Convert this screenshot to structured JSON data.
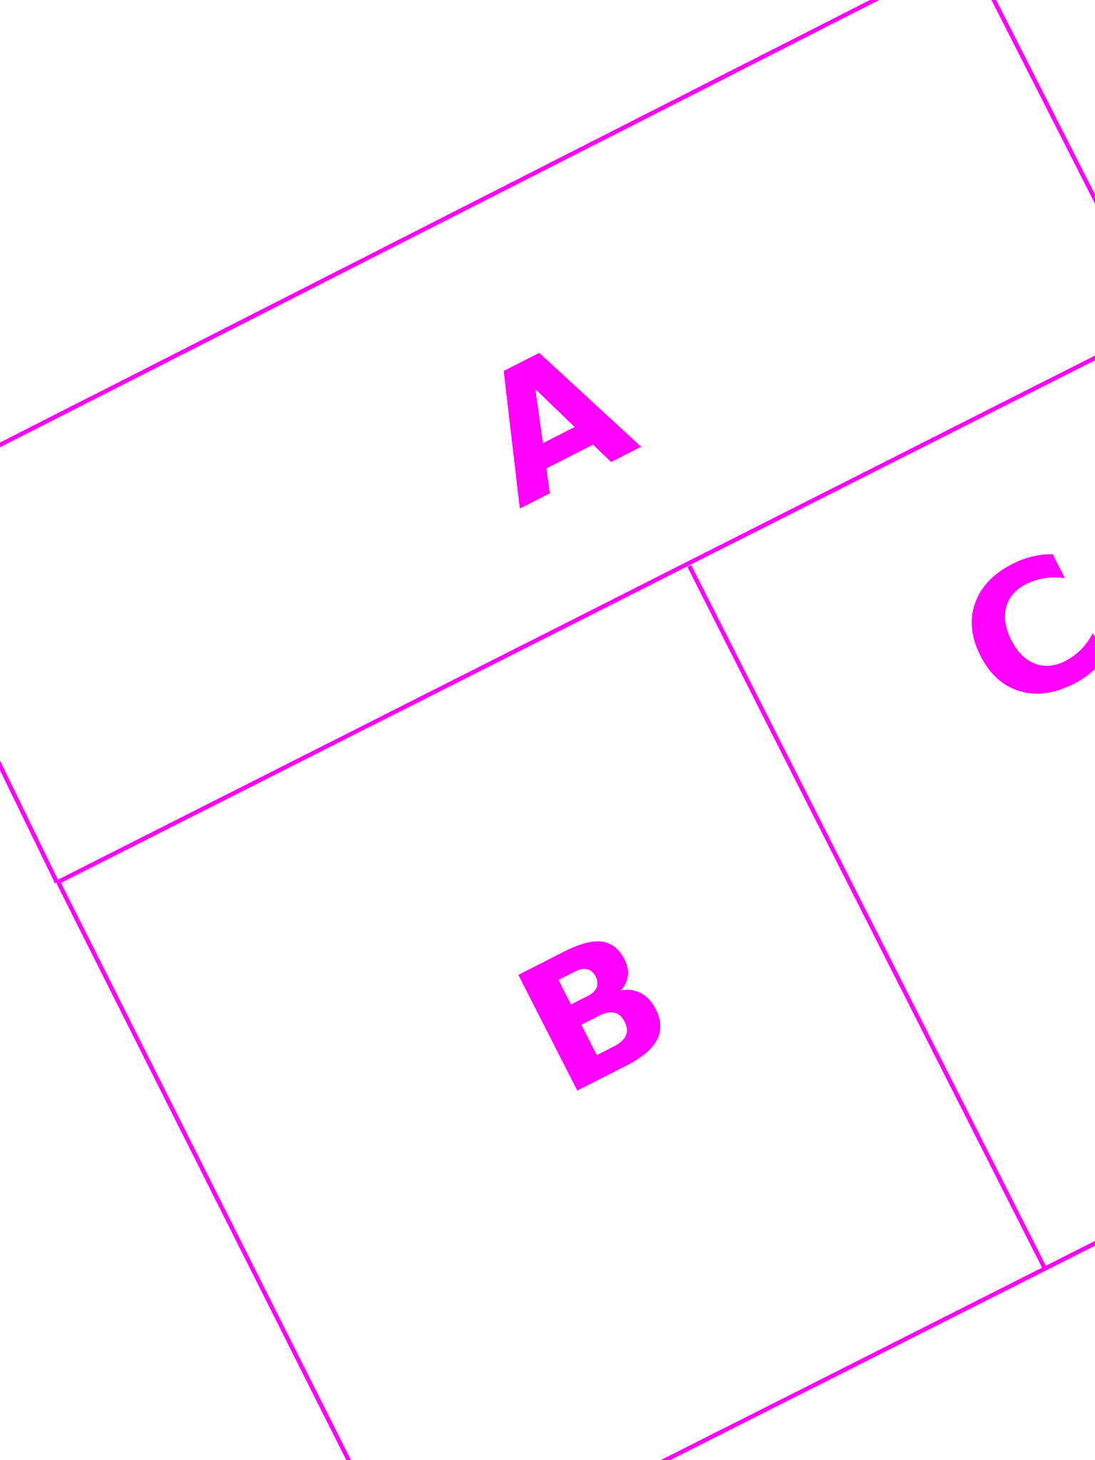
{
  "colors": {
    "background": "#ffffff",
    "accent": "#ff00ff"
  },
  "regions": [
    {
      "id": "A",
      "label": "A"
    },
    {
      "id": "B",
      "label": "B"
    },
    {
      "id": "C",
      "label": "C"
    }
  ]
}
